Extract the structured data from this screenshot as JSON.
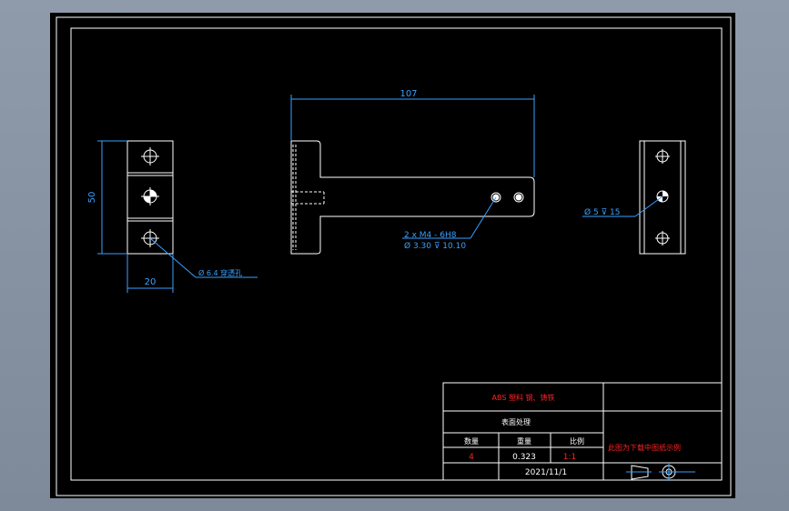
{
  "colors": {
    "background": "#000000",
    "frame": "#ffffff",
    "dimension": "#3aa0ff",
    "title_red": "#ff2020",
    "outline": "#ffffff"
  },
  "dimensions": {
    "overall_length": "107",
    "height_left": "50",
    "width_left": "20",
    "thread_line1": "2 x  M4 - 6H8",
    "thread_line2": "Ø  3.30 ⊽ 10.10",
    "hole_right": "Ø 5 ⊽ 15",
    "left_note": "Ø  6.4  穿透孔"
  },
  "title_block": {
    "material": "ABS 塑料 钢、铸铁",
    "surface_label": "表面处理",
    "col_qty": "数量",
    "col_weight": "重量",
    "col_scale": "比例",
    "qty": "4",
    "weight": "0.323",
    "scale": "1:1",
    "date": "2021/11/1",
    "company_note": "此图为下载中图纸示例"
  }
}
